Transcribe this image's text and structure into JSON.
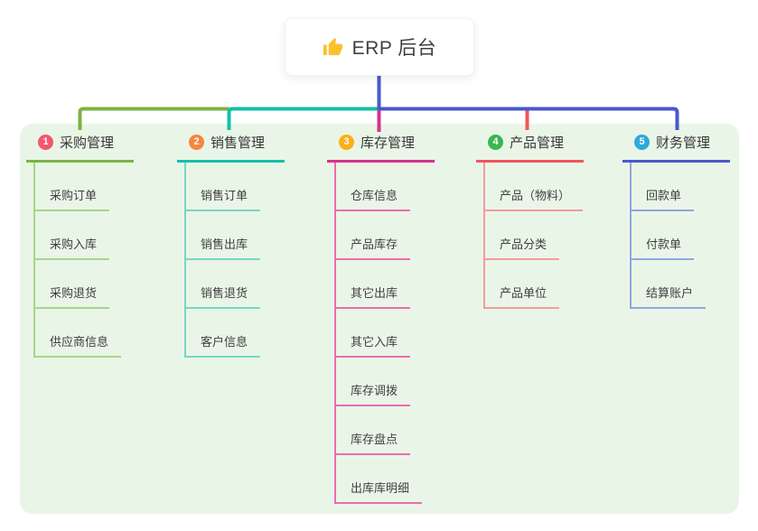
{
  "root": {
    "label": "ERP 后台",
    "icon": "thumbs-up-icon"
  },
  "colors": {
    "page_bg": "#ffffff",
    "panel_bg": "#e9f6e7",
    "root_connector": "#4a58cd",
    "thumb_icon": "#fbc02d"
  },
  "branches": [
    {
      "badge": "1",
      "label": "采购管理",
      "badge_color": "#f4566b",
      "line_color": "#7cb43f",
      "sub_color": "#a9d58b",
      "items": [
        "采购订单",
        "采购入库",
        "采购退货",
        "供应商信息"
      ]
    },
    {
      "badge": "2",
      "label": "销售管理",
      "badge_color": "#f8853d",
      "line_color": "#14bfa9",
      "sub_color": "#79d6c6",
      "items": [
        "销售订单",
        "销售出库",
        "销售退货",
        "客户信息"
      ]
    },
    {
      "badge": "3",
      "label": "库存管理",
      "badge_color": "#fbaf18",
      "line_color": "#d6328e",
      "sub_color": "#ee6cb0",
      "items": [
        "仓库信息",
        "产品库存",
        "其它出库",
        "其它入库",
        "库存调拨",
        "库存盘点",
        "出库库明细"
      ]
    },
    {
      "badge": "4",
      "label": "产品管理",
      "badge_color": "#3cb551",
      "line_color": "#f0555f",
      "sub_color": "#f79a9e",
      "items": [
        "产品（物料）",
        "产品分类",
        "产品单位"
      ]
    },
    {
      "badge": "5",
      "label": "财务管理",
      "badge_color": "#2fa8dc",
      "line_color": "#4a58cd",
      "sub_color": "#93a5e0",
      "items": [
        "回款单",
        "付款单",
        "结算账户"
      ]
    }
  ]
}
